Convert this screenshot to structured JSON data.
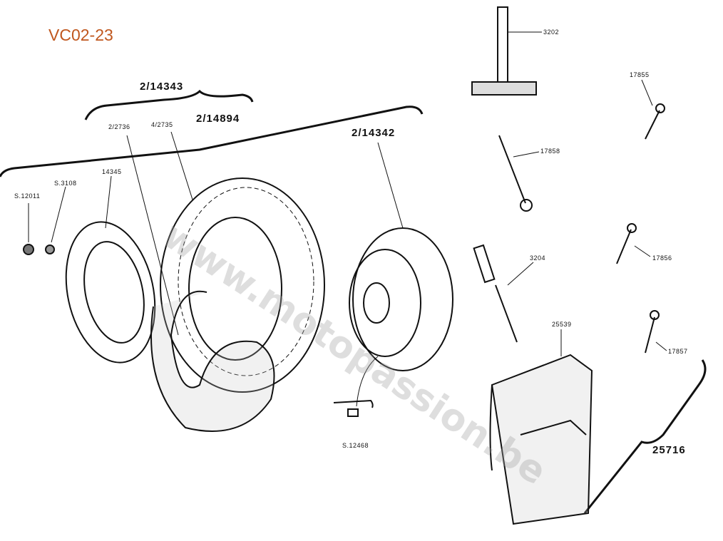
{
  "diagram_code": "VC02-23",
  "watermark": "www.motopassion.be",
  "parts": {
    "wheel_assembly": "2/14343",
    "inner_tube": "2/2736",
    "tyre_small": "4/2735",
    "tyre": "2/14894",
    "rim_half_rear": "2/14342",
    "rim_half_front": "14345",
    "washer": "S.3108",
    "nut": "S.12011",
    "stud": "S.12468",
    "socket_wrench": "3202",
    "spanner_a": "17855",
    "spanner_b": "17858",
    "screwdriver": "3204",
    "spanner_c": "17856",
    "tool_bag": "25539",
    "spanner_d": "17857",
    "tool_kit": "25716"
  }
}
